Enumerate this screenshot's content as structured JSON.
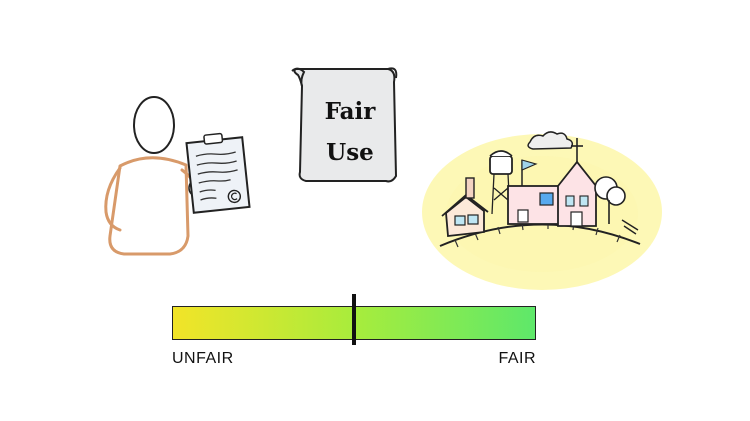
{
  "scroll": {
    "line1": "Fair",
    "line2": "Use"
  },
  "meter": {
    "left_label": "UNFAIR",
    "right_label": "FAIR",
    "position_percent": 50,
    "gradient_colors": [
      "#f2e428",
      "#a8ec3c",
      "#5ee86a"
    ]
  },
  "icons": {
    "person": "person-holding-document-icon",
    "document": "copyright-document-icon",
    "scroll": "scroll-icon",
    "town": "town-illustration-icon"
  },
  "colors": {
    "shirt_outline": "#d89a6a",
    "town_glow": "#fbf27a"
  }
}
